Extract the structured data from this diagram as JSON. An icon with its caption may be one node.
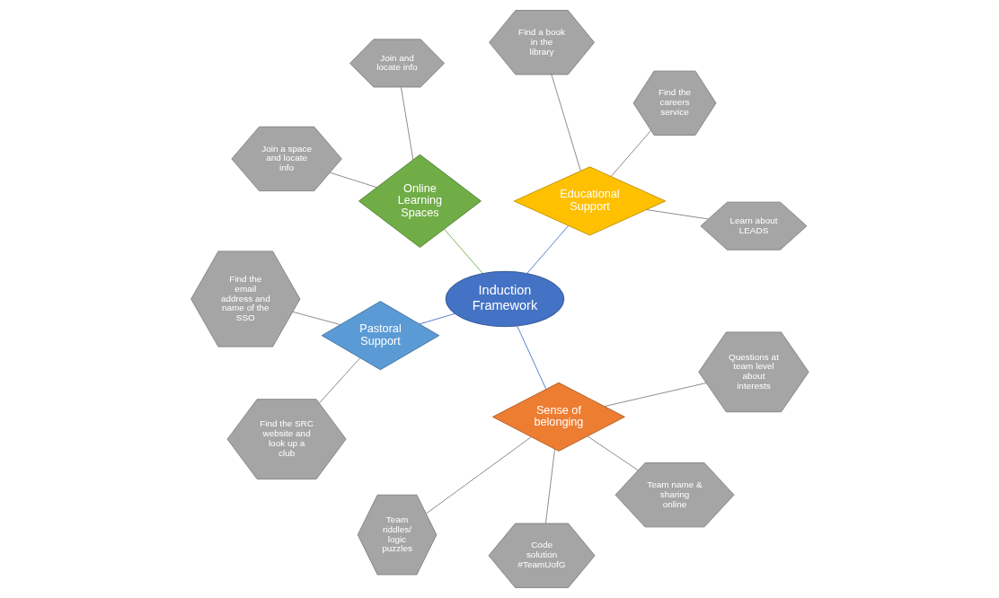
{
  "diagram": {
    "nodes": [
      {
        "text": [
          "Induction Framework"
        ]
      },
      {
        "text": [
          "Educational Support"
        ]
      },
      {
        "text": [
          "Learn about LEADS"
        ]
      },
      {
        "text": [
          "Find the careers service"
        ]
      },
      {
        "text": [
          "Find a book in the library"
        ]
      },
      {
        "text": [
          "Online Learning Spaces"
        ]
      },
      {
        "text": [
          "Join and locate info"
        ]
      },
      {
        "text": [
          "Join a space and locate info"
        ]
      },
      {
        "text": [
          "Pastoral Support"
        ]
      },
      {
        "text": [
          "Find the email address and name of the SSO"
        ]
      },
      {
        "text": [
          "Find the SRC website and look up a club"
        ]
      },
      {
        "text": [
          "Sense of belonging"
        ]
      },
      {
        "text": [
          "Team riddles/ logic puzzles"
        ]
      },
      {
        "text": [
          "Code solution #TeamUofG"
        ]
      },
      {
        "text": [
          "Team name & sharing online"
        ]
      },
      {
        "text": [
          "Questions at team level about interests"
        ]
      }
    ],
    "edges": [
      {
        "from": 0,
        "to": 1,
        "arrow": "none",
        "color": "#4472c4"
      },
      {
        "from": 1,
        "to": 2,
        "arrow": "none"
      },
      {
        "from": 1,
        "to": 3,
        "arrow": "none"
      },
      {
        "from": 1,
        "to": 4,
        "arrow": "none"
      },
      {
        "from": 0,
        "to": 5,
        "arrow": "none",
        "color": "#70ad47"
      },
      {
        "from": 5,
        "to": 6,
        "arrow": "none"
      },
      {
        "from": 5,
        "to": 7,
        "arrow": "none"
      },
      {
        "from": 0,
        "to": 8,
        "arrow": "none",
        "color": "#4472c4"
      },
      {
        "from": 8,
        "to": 9,
        "arrow": "none"
      },
      {
        "from": 8,
        "to": 10,
        "arrow": "none"
      },
      {
        "from": 0,
        "to": 11,
        "arrow": "none",
        "color": "#4472c4"
      },
      {
        "from": 11,
        "to": 12,
        "arrow": "none"
      },
      {
        "from": 11,
        "to": 13,
        "arrow": "none"
      },
      {
        "from": 11,
        "to": 14,
        "arrow": "none"
      },
      {
        "from": 11,
        "to": 15,
        "arrow": "none"
      }
    ]
  }
}
